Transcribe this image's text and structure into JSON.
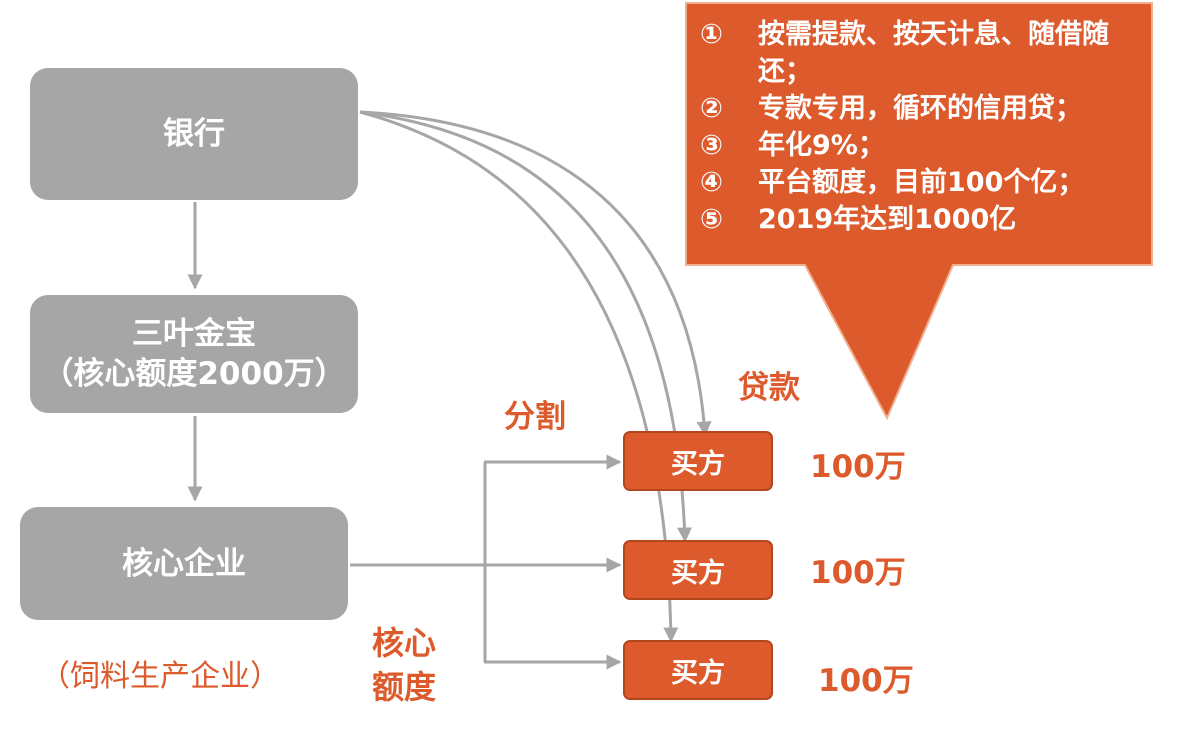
{
  "colors": {
    "box_gray": "#a6a6a6",
    "accent_orange": "#dc5a2b",
    "arrow_gray": "#a6a6a6"
  },
  "nodes": {
    "bank": "银行",
    "platform_line1": "三叶金宝",
    "platform_line2": "（核心额度2000万）",
    "core": "核心企业",
    "core_note": "（饲料生产企业）",
    "buyer1": "买方",
    "buyer2": "买方",
    "buyer3": "买方"
  },
  "labels": {
    "split": "分割",
    "loan": "贷款",
    "core_quota_line1": "核心",
    "core_quota_line2": "额度"
  },
  "amounts": [
    "100万",
    "100万",
    "100万"
  ],
  "callout": {
    "items": [
      {
        "num": "①",
        "text": "按需提款、按天计息、随借随还；"
      },
      {
        "num": "②",
        "text": "专款专用，循环的信用贷；"
      },
      {
        "num": "③",
        "text": "年化9%；"
      },
      {
        "num": "④",
        "text": "平台额度，目前100个亿；"
      },
      {
        "num": "⑤",
        "text": "2019年达到1000亿"
      }
    ]
  }
}
